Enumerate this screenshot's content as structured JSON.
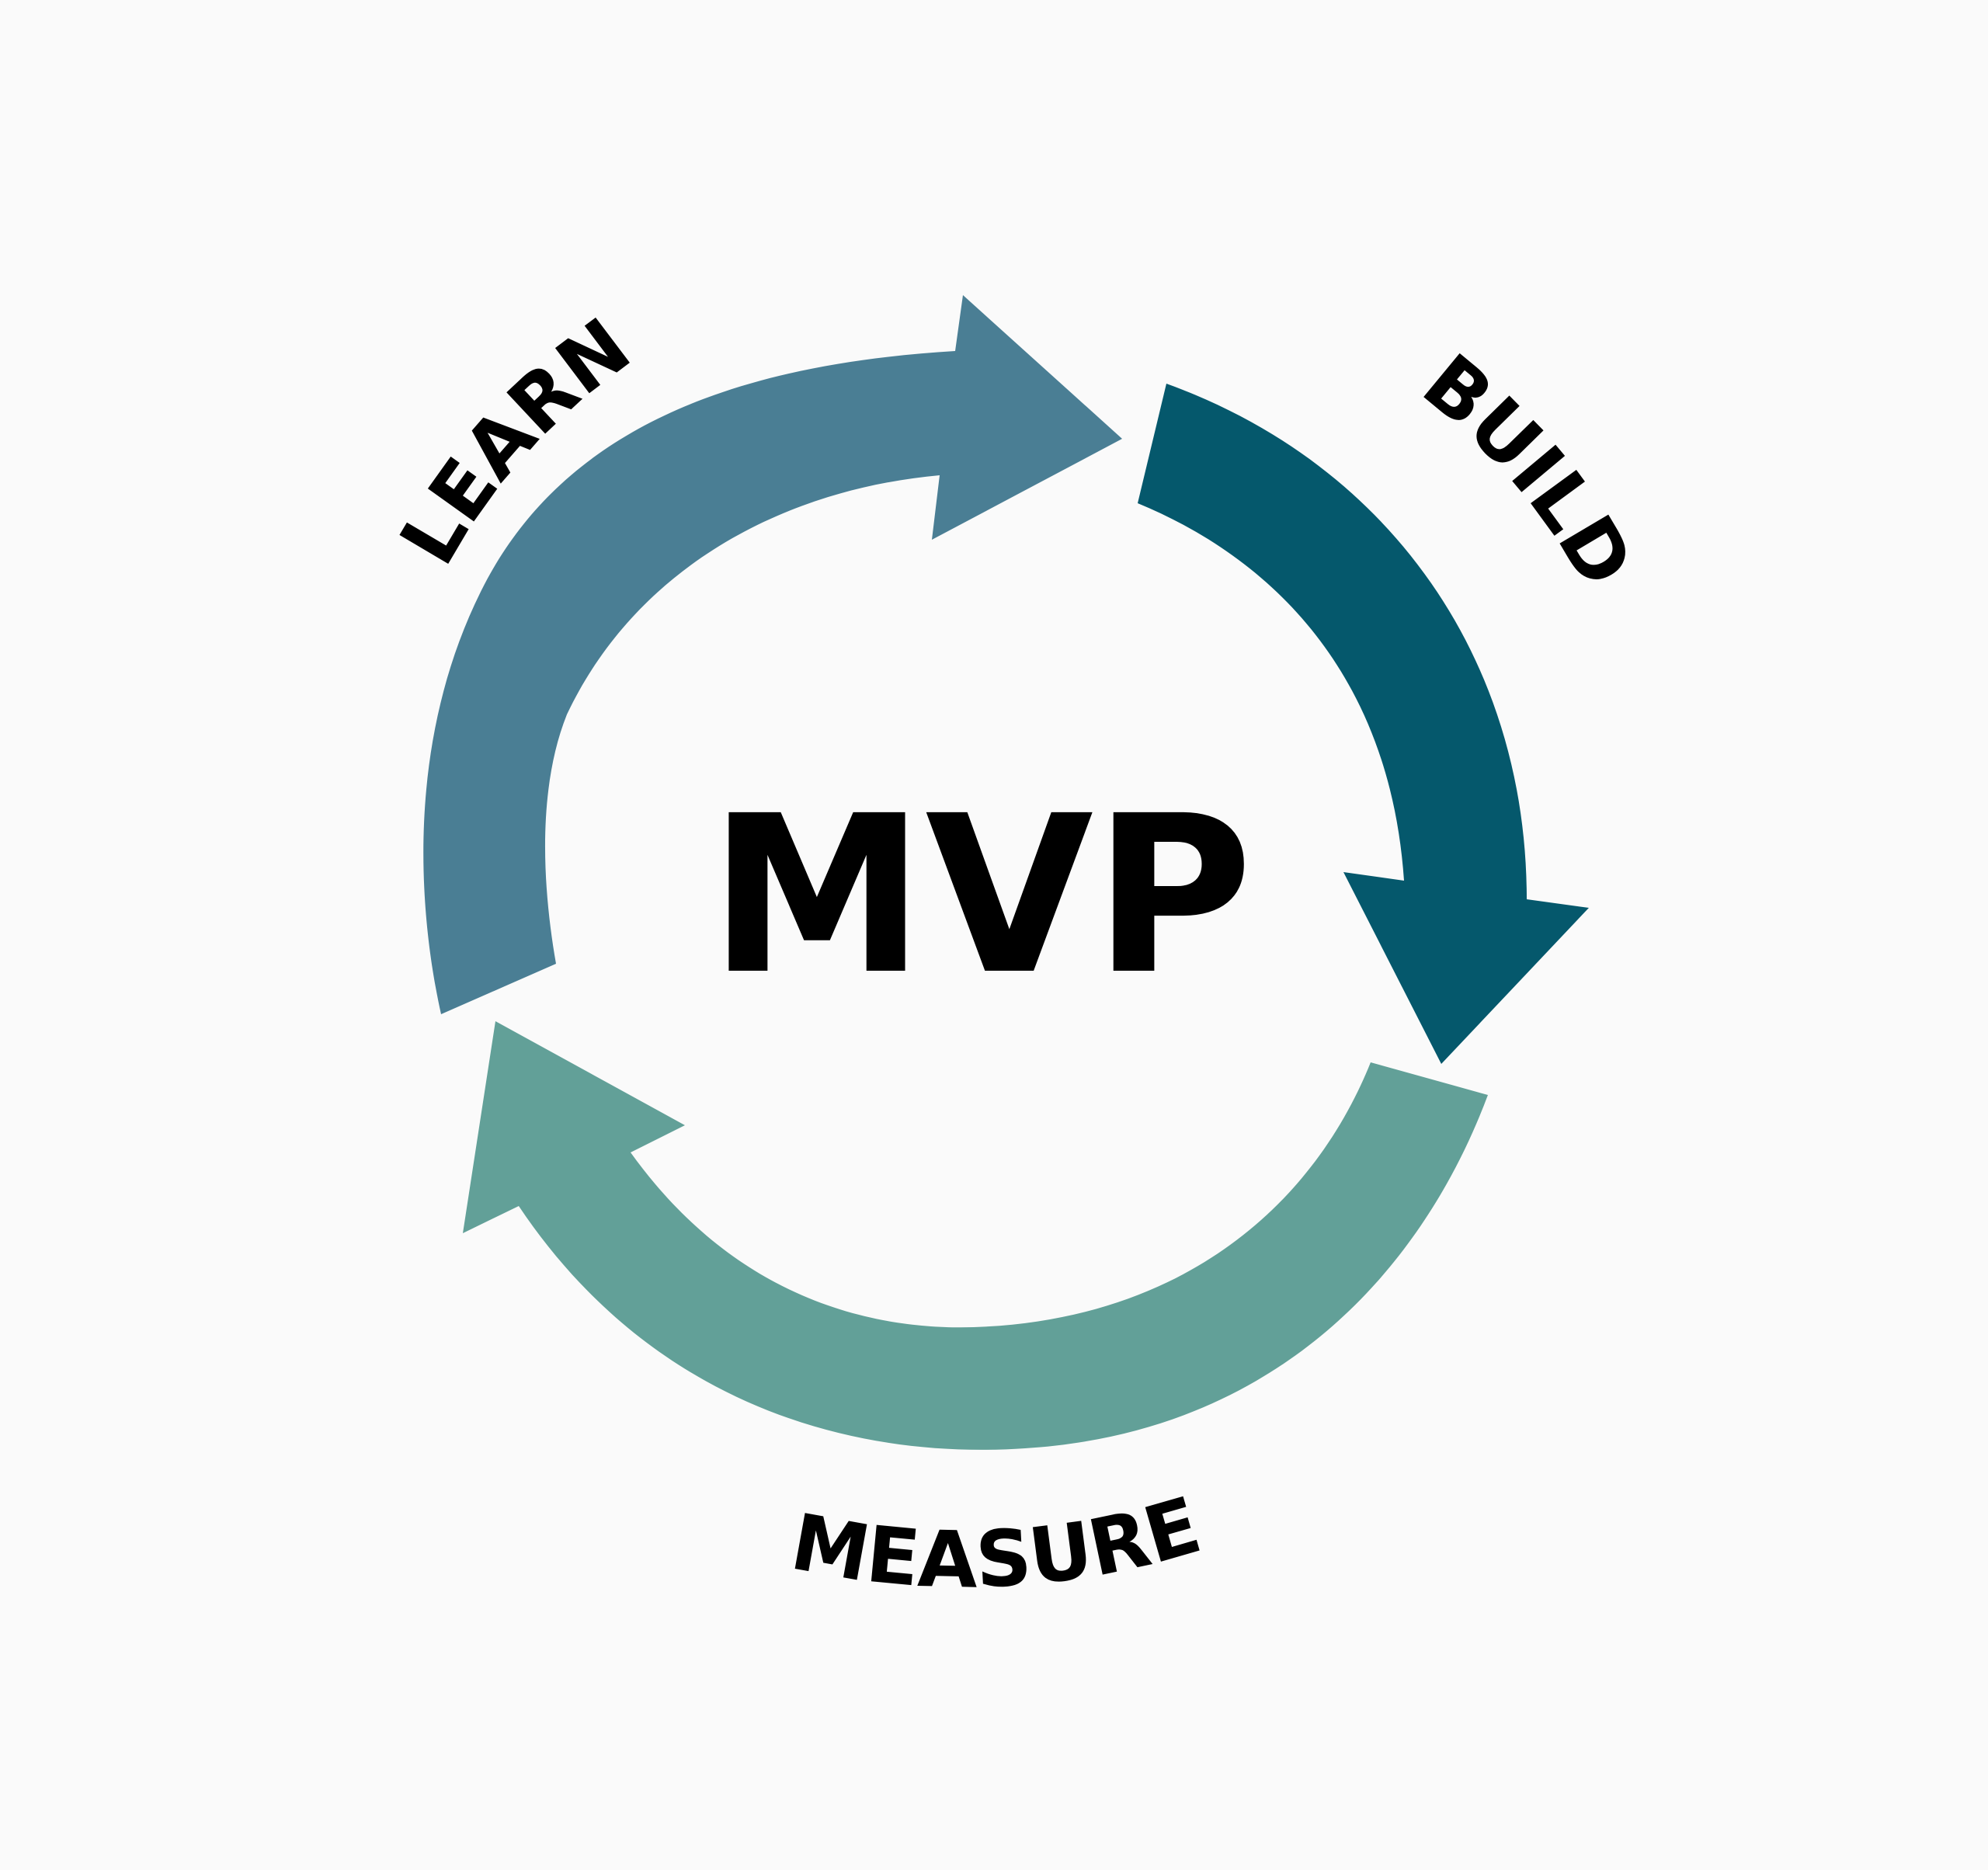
{
  "center": {
    "title": "MVP"
  },
  "stages": [
    {
      "label": "BUILD",
      "color": "#05586c"
    },
    {
      "label": "MEASURE",
      "color": "#62a098"
    },
    {
      "label": "LEARN",
      "color": "#4a7e94"
    }
  ],
  "colors": {
    "background": "#fafafa",
    "text": "#000000"
  }
}
